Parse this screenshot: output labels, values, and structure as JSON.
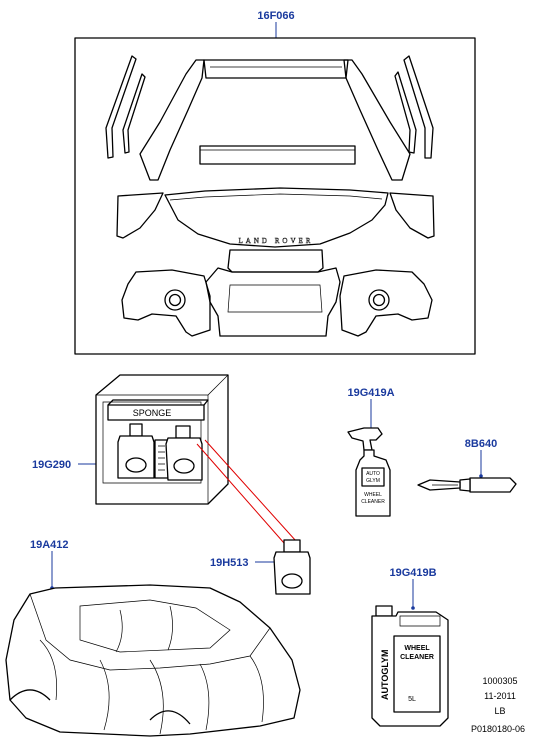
{
  "callouts": {
    "film_kit": "16F066",
    "sponge_kit": "19G290",
    "bottle_spray": "19G419A",
    "tool": "8B640",
    "bottle_small": "19H513",
    "car_cover": "19A412",
    "canister": "19G419B"
  },
  "box": {
    "sponge_label": "SPONGE"
  },
  "hood_text": "LAND ROVER",
  "spray_bottle": {
    "line1": "AUTO",
    "line2": "GLYM",
    "line3": "WHEEL",
    "line4": "CLEANER"
  },
  "canister": {
    "brand": "AUTOGLYM",
    "line1": "WHEEL",
    "line2": "CLEANER",
    "volume": "5L"
  },
  "refs": {
    "line1": "1000305",
    "line2": "11-2011",
    "line3": "LB",
    "line4": "P0180180-06"
  },
  "colors": {
    "callout": "#1a3a9e",
    "leader_red": "#e00000"
  }
}
